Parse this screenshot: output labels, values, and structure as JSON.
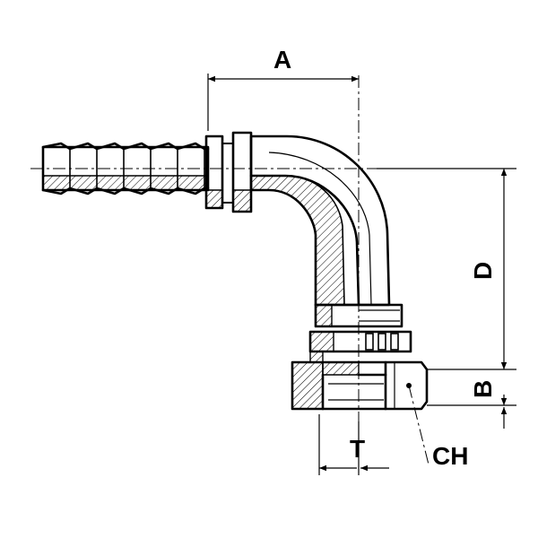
{
  "drawing": {
    "dimensions": {
      "a": "A",
      "d": "D",
      "b": "B",
      "t": "T",
      "ch": "CH"
    }
  }
}
